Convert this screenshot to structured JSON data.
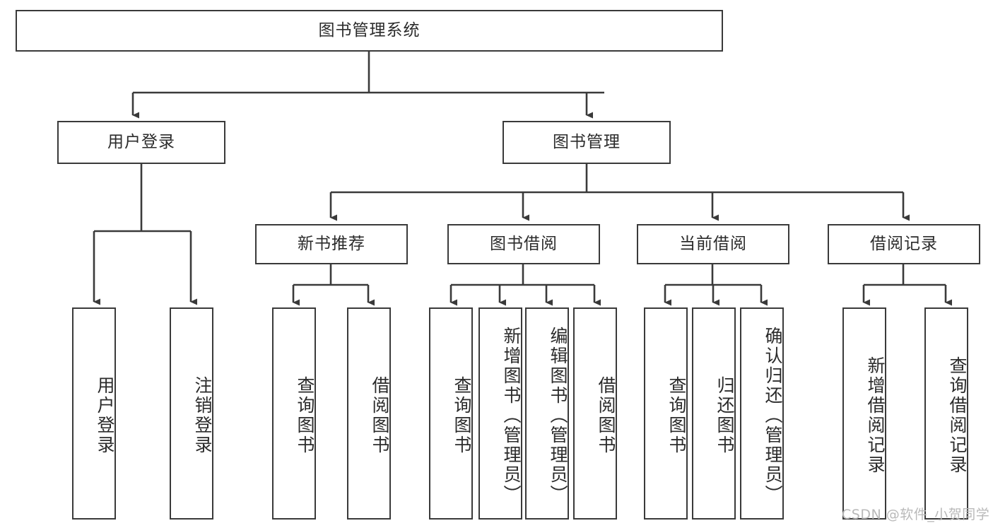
{
  "diagram": {
    "type": "tree-hierarchy",
    "title": "图书管理系统",
    "watermark": "CSDN @软件_小贺同学",
    "colors": {
      "box_border": "#3a3a3a",
      "box_fill": "#ffffff",
      "connector": "#3a3a3a",
      "text": "#2b2b2b",
      "watermark": "#b9b9b9",
      "canvas": "#ffffff"
    },
    "root": {
      "id": "root",
      "label": "图书管理系统",
      "orientation": "horizontal"
    },
    "level2": [
      {
        "id": "user-login",
        "label": "用户登录",
        "orientation": "horizontal"
      },
      {
        "id": "book-management",
        "label": "图书管理",
        "orientation": "horizontal"
      }
    ],
    "level3": [
      {
        "id": "new-book-recommend",
        "label": "新书推荐",
        "orientation": "horizontal",
        "parent": "book-management"
      },
      {
        "id": "book-borrow",
        "label": "图书借阅",
        "orientation": "horizontal",
        "parent": "book-management"
      },
      {
        "id": "current-borrow",
        "label": "当前借阅",
        "orientation": "horizontal",
        "parent": "book-management"
      },
      {
        "id": "borrow-record",
        "label": "借阅记录",
        "orientation": "horizontal",
        "parent": "book-management"
      }
    ],
    "leaves": [
      {
        "id": "leaf-user-login",
        "label": "用户登录",
        "orientation": "vertical",
        "parent": "user-login"
      },
      {
        "id": "leaf-user-logout",
        "label": "注销登录",
        "orientation": "vertical",
        "parent": "user-login"
      },
      {
        "id": "leaf-query-book-1",
        "label": "查询图书",
        "orientation": "vertical",
        "parent": "new-book-recommend"
      },
      {
        "id": "leaf-borrow-book-1",
        "label": "借阅图书",
        "orientation": "vertical",
        "parent": "new-book-recommend"
      },
      {
        "id": "leaf-query-book-2",
        "label": "查询图书",
        "orientation": "vertical",
        "parent": "book-borrow"
      },
      {
        "id": "leaf-add-book",
        "label": "新增图书（管理员）",
        "orientation": "vertical",
        "parent": "book-borrow"
      },
      {
        "id": "leaf-edit-book",
        "label": "编辑图书（管理员）",
        "orientation": "vertical",
        "parent": "book-borrow"
      },
      {
        "id": "leaf-borrow-book-2",
        "label": "借阅图书",
        "orientation": "vertical",
        "parent": "book-borrow"
      },
      {
        "id": "leaf-query-book-3",
        "label": "查询图书",
        "orientation": "vertical",
        "parent": "current-borrow"
      },
      {
        "id": "leaf-return-book",
        "label": "归还图书",
        "orientation": "vertical",
        "parent": "current-borrow"
      },
      {
        "id": "leaf-confirm-return",
        "label": "确认归还（管理员）",
        "orientation": "vertical",
        "parent": "current-borrow"
      },
      {
        "id": "leaf-add-record",
        "label": "新增借阅记录",
        "orientation": "vertical",
        "parent": "borrow-record"
      },
      {
        "id": "leaf-query-record",
        "label": "查询借阅记录",
        "orientation": "vertical",
        "parent": "borrow-record"
      }
    ]
  }
}
